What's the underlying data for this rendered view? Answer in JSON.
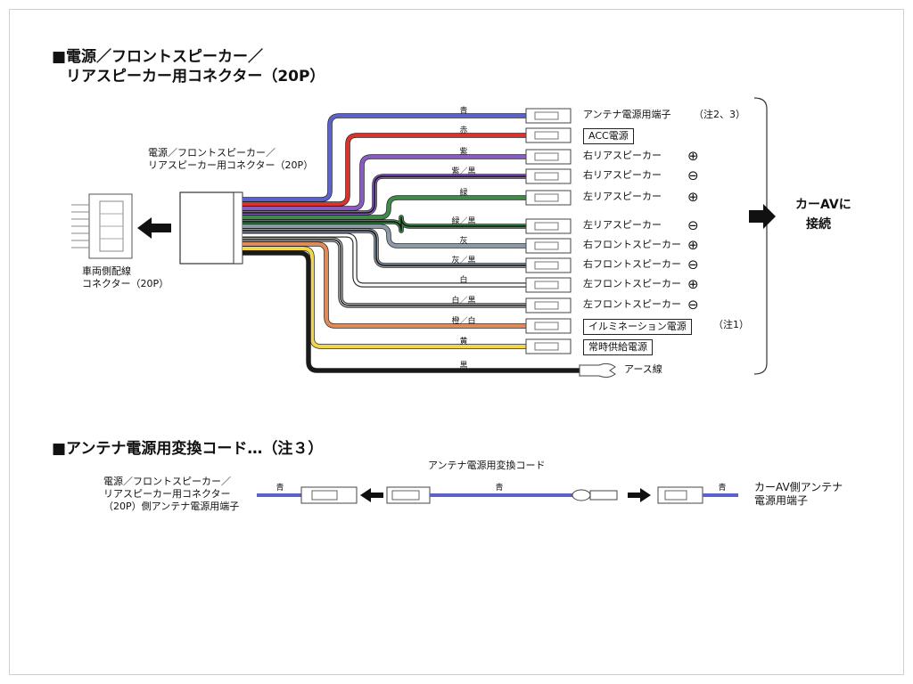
{
  "section1": {
    "title_line1": "■電源／フロントスピーカー／",
    "title_line2": "リアスピーカー用コネクター（20P）",
    "connector_label_line1": "電源／フロントスピーカー／",
    "connector_label_line2": "リアスピーカー用コネクター（20P）",
    "vehicle_label_line1": "車両側配線",
    "vehicle_label_line2": "コネクター（20P）",
    "wires": [
      {
        "color_name": "青",
        "hex": "#5b63c8",
        "dest": "アンテナ電源用端子",
        "boxed": false,
        "polarity": "",
        "note": "（注2、3）"
      },
      {
        "color_name": "赤",
        "hex": "#d9332b",
        "dest": "ACC電源",
        "boxed": true,
        "polarity": "",
        "note": ""
      },
      {
        "color_name": "紫",
        "hex": "#8a5cc0",
        "dest": "右リアスピーカー",
        "boxed": false,
        "polarity": "⊕",
        "note": ""
      },
      {
        "color_name": "紫／黒",
        "hex": "#8a5cc0",
        "dest": "右リアスピーカー",
        "boxed": false,
        "polarity": "⊖",
        "note": ""
      },
      {
        "color_name": "緑",
        "hex": "#3f8a4a",
        "dest": "左リアスピーカー",
        "boxed": false,
        "polarity": "⊕",
        "note": ""
      },
      {
        "color_name": "緑／黒",
        "hex": "#3f8a4a",
        "dest": "左リアスピーカー",
        "boxed": false,
        "polarity": "⊖",
        "note": ""
      },
      {
        "color_name": "灰",
        "hex": "#8c9aa8",
        "dest": "右フロントスピーカー",
        "boxed": false,
        "polarity": "⊕",
        "note": ""
      },
      {
        "color_name": "灰／黒",
        "hex": "#8c9aa8",
        "dest": "右フロントスピーカー",
        "boxed": false,
        "polarity": "⊖",
        "note": ""
      },
      {
        "color_name": "白",
        "hex": "#ffffff",
        "dest": "左フロントスピーカー",
        "boxed": false,
        "polarity": "⊕",
        "note": ""
      },
      {
        "color_name": "白／黒",
        "hex": "#ffffff",
        "dest": "左フロントスピーカー",
        "boxed": false,
        "polarity": "⊖",
        "note": ""
      },
      {
        "color_name": "橙／白",
        "hex": "#e08a58",
        "dest": "イルミネーション電源",
        "boxed": true,
        "polarity": "",
        "note": "（注1）"
      },
      {
        "color_name": "黄",
        "hex": "#f2d54a",
        "dest": "常時供給電源",
        "boxed": true,
        "polarity": "",
        "note": ""
      },
      {
        "color_name": "黒",
        "hex": "#1a1a1a",
        "dest": "アース線",
        "boxed": false,
        "polarity": "",
        "note": ""
      }
    ],
    "car_av_line1": "カーAVに",
    "car_av_line2": "接続"
  },
  "section2": {
    "title": "■アンテナ電源用変換コード…（注３）",
    "left_label_line1": "電源／フロントスピーカー／",
    "left_label_line2": "リアスピーカー用コネクター",
    "left_label_line3": "（20P）側アンテナ電源用端子",
    "cord_label": "アンテナ電源用変換コード",
    "wire_left": "青",
    "wire_mid": "青",
    "wire_right": "青",
    "right_label_line1": "カーAV側アンテナ",
    "right_label_line2": "電源用端子"
  },
  "colors": {
    "blue": "#5b63c8",
    "connector_fill": "#ffffff",
    "outline": "#222222"
  }
}
